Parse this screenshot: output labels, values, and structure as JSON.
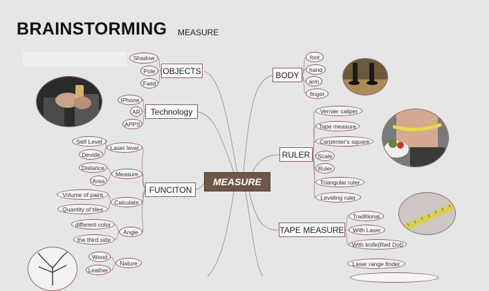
{
  "header": {
    "title": "BRAINSTORMING",
    "subtitle": "MEASURE"
  },
  "center": "MEASURE",
  "branches": {
    "objects": {
      "label": "OBJECTS",
      "items": [
        "Shadow",
        "Pole",
        "Field"
      ]
    },
    "technology": {
      "label": "Technology",
      "items": [
        "IPhone",
        "AR",
        "APPS"
      ]
    },
    "funciton": {
      "label": "FUNCITON",
      "groups": [
        {
          "label": "Laser level",
          "items": [
            "Self Level",
            "Devide"
          ]
        },
        {
          "label": "Measure",
          "items": [
            "Distance",
            "Area"
          ]
        },
        {
          "label": "Calculate",
          "items": [
            "Volume of paint",
            "Quantity of tiles"
          ]
        },
        {
          "label": "Angle",
          "items": [
            "different color",
            "the third side"
          ]
        }
      ]
    },
    "nature": {
      "label": "Nature",
      "items": [
        "Wood",
        "Leather"
      ]
    },
    "body": {
      "label": "BODY",
      "items": [
        "foot",
        "hand",
        "arm",
        "finger"
      ]
    },
    "ruler": {
      "label": "RULER",
      "items": [
        "Vernier caliper",
        "Tape measure",
        "Carpenter's square",
        "Scale",
        "Ruler",
        "Triangular ruler",
        "Leveling ruler"
      ]
    },
    "tape_measure": {
      "label": "TAPE MEASURE",
      "items": [
        "Traditional",
        "With Laser",
        "With knife(Red Dot)"
      ]
    },
    "laser": {
      "items": [
        "Laser range finder"
      ]
    }
  }
}
